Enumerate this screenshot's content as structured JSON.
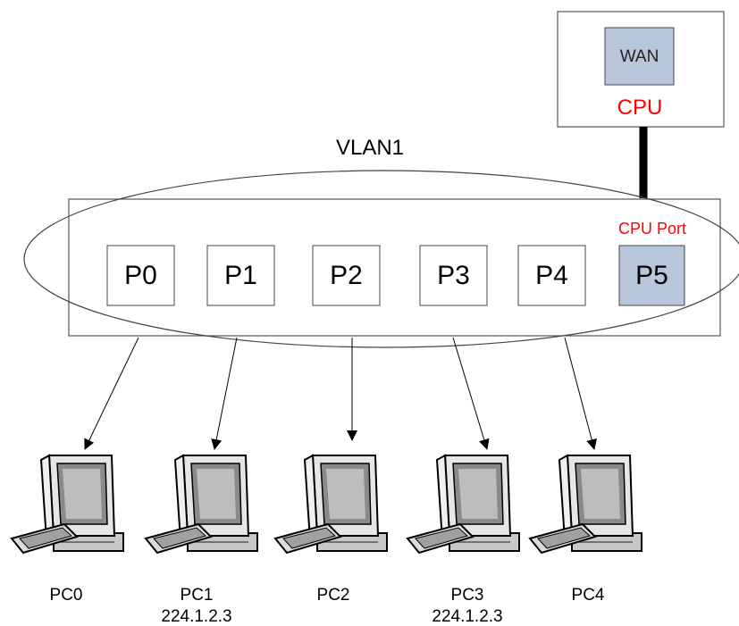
{
  "cpu_box": {
    "wan_label": "WAN",
    "cpu_label": "CPU"
  },
  "vlan": {
    "label": "VLAN1"
  },
  "switch": {
    "cpu_port_label": "CPU Port",
    "ports": [
      {
        "label": "P0"
      },
      {
        "label": "P1"
      },
      {
        "label": "P2"
      },
      {
        "label": "P3"
      },
      {
        "label": "P4"
      },
      {
        "label": "P5"
      }
    ]
  },
  "pcs": [
    {
      "name": "PC0",
      "ip": ""
    },
    {
      "name": "PC1",
      "ip": "224.1.2.3"
    },
    {
      "name": "PC2",
      "ip": ""
    },
    {
      "name": "PC3",
      "ip": "224.1.2.3"
    },
    {
      "name": "PC4",
      "ip": ""
    }
  ],
  "colors": {
    "highlight_fill": "#b8c6dc",
    "port_fill": "#ffffff",
    "accent_text": "#ff0000",
    "line": "#000000"
  },
  "icons": {
    "pc": "desktop-computer-icon"
  }
}
